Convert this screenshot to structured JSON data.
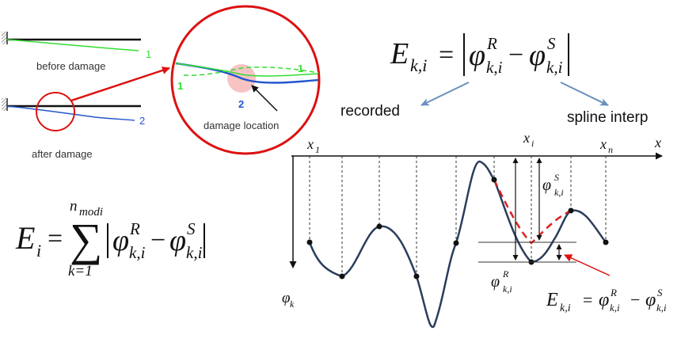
{
  "labels": {
    "before_damage": "before damage",
    "after_damage": "after damage",
    "damage_location": "damage location",
    "recorded": "recorded",
    "spline_interp": "spline interp",
    "line1": "1",
    "line2": "2"
  },
  "axis": {
    "x_start": "x",
    "x_start_sub": "1",
    "x_mid": "x",
    "x_mid_sub": "i",
    "x_end": "x",
    "x_end_sub": "n",
    "x_axis": "x",
    "phi": "φ",
    "phi_sub": "k"
  },
  "equations": {
    "E": "E",
    "k_i": "k,i",
    "i": "i",
    "phi": "φ",
    "R": "R",
    "S": "S",
    "minus": "−",
    "equals": "=",
    "sum": "∑",
    "sum_top": "n",
    "sum_top_sub": "modi",
    "sum_bottom": "k=1"
  },
  "colors": {
    "mode1": "#33dd33",
    "mode2": "#2255cc",
    "highlight": "#dd1111",
    "curve": "#2a3d5c",
    "arrow_blue": "#6a8fc0"
  }
}
